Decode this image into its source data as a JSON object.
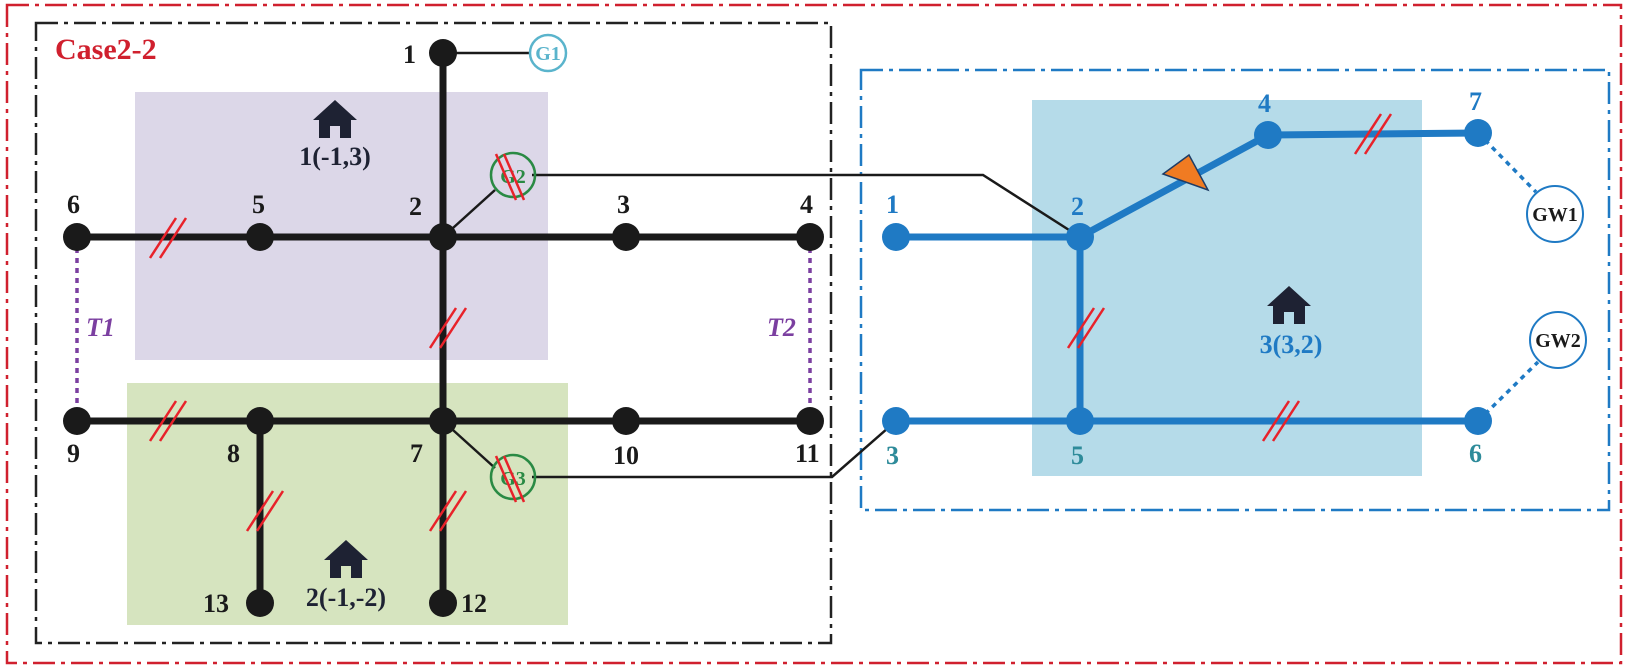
{
  "title": "Case2-2",
  "colors": {
    "outer_frame": "#d0202e",
    "power_frame": "#222222",
    "gas_frame": "#1f7ac4",
    "power_line": "#1a1a1a",
    "gas_line": "#1f7ac4",
    "gas_label_teal": "#2e8b9a",
    "zone1": "#dcd7e8",
    "zone2": "#d6e4bf",
    "zone3": "#b5dbe9",
    "fault_mark": "#e8222a",
    "tie_line": "#7b3fa0",
    "g1": "#5ab4cc",
    "g23": "#2a8a44",
    "compressor": "#f07b22",
    "house": "#1e2233"
  },
  "power_buses": [
    {
      "id": "1"
    },
    {
      "id": "2"
    },
    {
      "id": "3"
    },
    {
      "id": "4"
    },
    {
      "id": "5"
    },
    {
      "id": "6"
    },
    {
      "id": "7"
    },
    {
      "id": "8"
    },
    {
      "id": "9"
    },
    {
      "id": "10"
    },
    {
      "id": "11"
    },
    {
      "id": "12"
    },
    {
      "id": "13"
    }
  ],
  "gas_nodes": [
    {
      "id": "1"
    },
    {
      "id": "2"
    },
    {
      "id": "3"
    },
    {
      "id": "4"
    },
    {
      "id": "5"
    },
    {
      "id": "6"
    },
    {
      "id": "7"
    }
  ],
  "generators": {
    "g1": "G1",
    "g2": "G2",
    "g3": "G3"
  },
  "gas_wells": {
    "gw1": "GW1",
    "gw2": "GW2"
  },
  "ties": {
    "t1": "T1",
    "t2": "T2"
  },
  "zones": [
    {
      "label": "1(-1,3)"
    },
    {
      "label": "2(-1,-2)"
    },
    {
      "label": "3(3,2)"
    }
  ]
}
